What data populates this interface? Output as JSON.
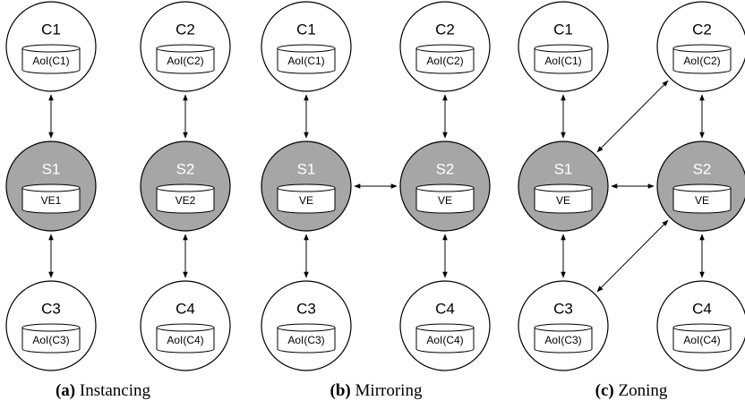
{
  "panels": [
    {
      "id": "instancing",
      "caption_letter": "(a)",
      "caption_title": "Instancing",
      "nodes": {
        "c1": {
          "label": "C1",
          "store": "AoI(C1)"
        },
        "c2": {
          "label": "C2",
          "store": "AoI(C2)"
        },
        "s1": {
          "label": "S1",
          "store": "VE1"
        },
        "s2": {
          "label": "S2",
          "store": "VE2"
        },
        "c3": {
          "label": "C3",
          "store": "AoI(C3)"
        },
        "c4": {
          "label": "C4",
          "store": "AoI(C4)"
        }
      },
      "links": [
        [
          "c1",
          "s1"
        ],
        [
          "c2",
          "s2"
        ],
        [
          "s1",
          "c3"
        ],
        [
          "s2",
          "c4"
        ]
      ]
    },
    {
      "id": "mirroring",
      "caption_letter": "(b)",
      "caption_title": "Mirroring",
      "nodes": {
        "c1": {
          "label": "C1",
          "store": "AoI(C1)"
        },
        "c2": {
          "label": "C2",
          "store": "AoI(C2)"
        },
        "s1": {
          "label": "S1",
          "store": "VE"
        },
        "s2": {
          "label": "S2",
          "store": "VE"
        },
        "c3": {
          "label": "C3",
          "store": "AoI(C3)"
        },
        "c4": {
          "label": "C4",
          "store": "AoI(C4)"
        }
      },
      "links": [
        [
          "c1",
          "s1"
        ],
        [
          "c2",
          "s2"
        ],
        [
          "s1",
          "c3"
        ],
        [
          "s2",
          "c4"
        ],
        [
          "s1",
          "s2"
        ]
      ]
    },
    {
      "id": "zoning",
      "caption_letter": "(c)",
      "caption_title": "Zoning",
      "nodes": {
        "c1": {
          "label": "C1",
          "store": "AoI(C1)"
        },
        "c2": {
          "label": "C2",
          "store": "AoI(C2)"
        },
        "s1": {
          "label": "S1",
          "store": "VE"
        },
        "s2": {
          "label": "S2",
          "store": "VE"
        },
        "c3": {
          "label": "C3",
          "store": "AoI(C3)"
        },
        "c4": {
          "label": "C4",
          "store": "AoI(C4)"
        }
      },
      "links": [
        [
          "c1",
          "s1"
        ],
        [
          "c2",
          "s2"
        ],
        [
          "s1",
          "c3"
        ],
        [
          "s2",
          "c4"
        ],
        [
          "s1",
          "s2"
        ],
        [
          "s1",
          "c2"
        ],
        [
          "s2",
          "c3"
        ]
      ]
    }
  ]
}
